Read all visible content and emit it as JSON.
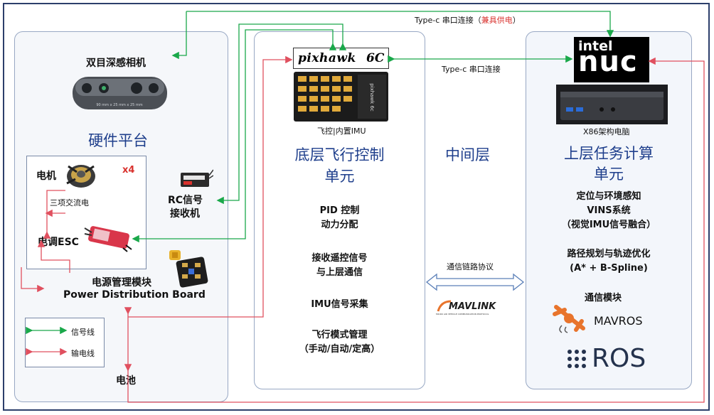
{
  "top_link": {
    "prefix": "Type-c 串口连接（",
    "highlight": "兼具供电",
    "suffix": "）",
    "highlight_color": "#d9322e"
  },
  "mid_link": "Type-c 串口连接",
  "hardware": {
    "panel_title": "硬件平台",
    "camera": "双目深感相机",
    "camera_caption": "90 mm x 25 mm x 25 mm",
    "motor": "电机",
    "motor_count": "x4",
    "ac_label": "三项交流电",
    "esc": "电调ESC",
    "rc_line1": "RC信号",
    "rc_line2": "接收机",
    "pdb_cn": "电源管理模块",
    "pdb_en": "Power Distribution Board",
    "battery": "电池"
  },
  "legend": {
    "signal": "信号线",
    "power": "输电线",
    "signal_color": "#1aa84a",
    "power_color": "#e0505f"
  },
  "fc": {
    "logo": "pixhawk",
    "logo_badge": "6C",
    "board_text": "pixhawk 6c",
    "caption": "飞控|内置IMU",
    "title_line1": "底层飞行控制",
    "title_line2": "单元",
    "items": [
      {
        "l1": "PID 控制",
        "l2": "动力分配"
      },
      {
        "l1": "接收遥控信号",
        "l2": "与上层通信"
      },
      {
        "l1": "IMU信号采集",
        "l2": ""
      },
      {
        "l1": "飞行模式管理",
        "l2": "（手动/自动/定高）"
      }
    ]
  },
  "middle": {
    "title": "中间层",
    "protocol": "通信链路协议",
    "mavlink": "MAVLINK",
    "mavlink_sub": "MICRO AIR VEHICLE COMMUNICATION PROTOCOL"
  },
  "upper": {
    "intel": "intel",
    "nuc": "nuc",
    "caption": "X86架构电脑",
    "title_line1": "上层任务计算",
    "title_line2": "单元",
    "loc1": "定位与环境感知",
    "loc2": "VINS系统",
    "loc3": "（视觉IMU信号融合）",
    "plan1": "路径规划与轨迹优化",
    "plan2": "(A* + B-Spline)",
    "comm": "通信模块",
    "mavros": "MAVROS",
    "ros": "ROS"
  }
}
